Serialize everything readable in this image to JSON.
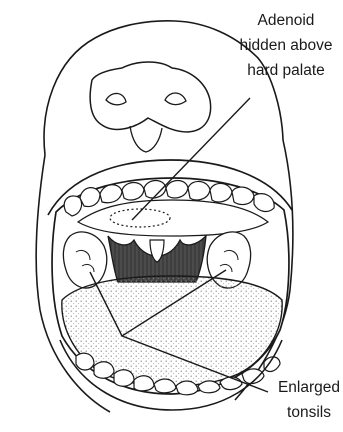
{
  "figure": {
    "labels": {
      "adenoid": [
        "Adenoid",
        "hidden above",
        "hard palate"
      ],
      "tonsils": [
        "Enlarged",
        "tonsils"
      ]
    },
    "colors": {
      "ink": "#1a1a1a",
      "throat": "#4a4a4a",
      "tongue_stipple": "#8a8a8a",
      "background": "#ffffff"
    }
  }
}
